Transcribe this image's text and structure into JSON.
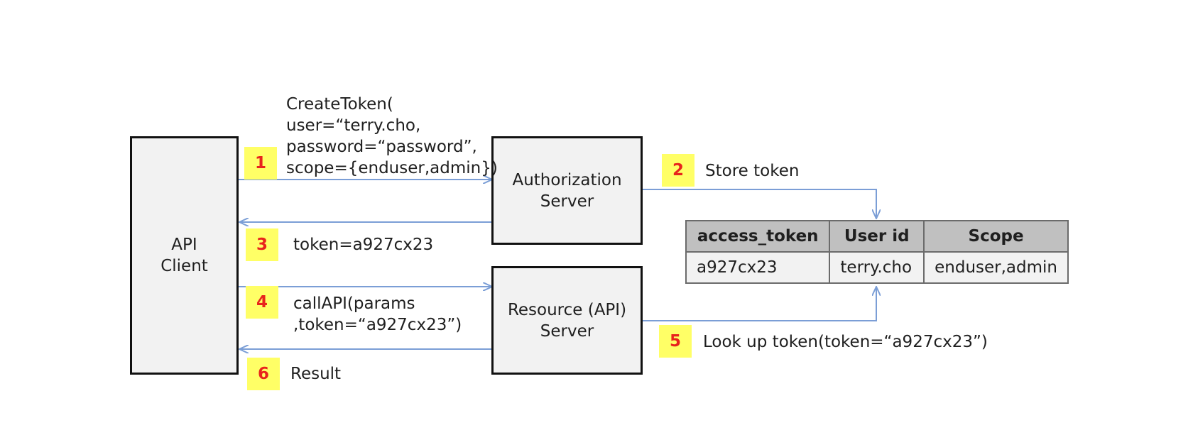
{
  "nodes": {
    "api_client": {
      "line1": "API",
      "line2": "Client"
    },
    "auth_server": {
      "line1": "Authorization",
      "line2": "Server"
    },
    "resource_server": {
      "line1": "Resource (API)",
      "line2": "Server"
    }
  },
  "steps": [
    {
      "number": "1",
      "lines": [
        "CreateToken(",
        "user=“terry.cho,",
        "password=“password”,",
        "scope={enduser,admin})"
      ]
    },
    {
      "number": "2",
      "text": "Store token"
    },
    {
      "number": "3",
      "text": "token=a927cx23"
    },
    {
      "number": "4",
      "lines": [
        "callAPI(params",
        ",token=“a927cx23”)"
      ]
    },
    {
      "number": "5",
      "text": "Look up token(token=“a927cx23”)"
    },
    {
      "number": "6",
      "text": "Result"
    }
  ],
  "token_table": {
    "headers": [
      "access_token",
      "User id",
      "Scope"
    ],
    "rows": [
      [
        "a927cx23",
        "terry.cho",
        "enduser,admin"
      ]
    ]
  },
  "colors": {
    "arrow": "#7b9ed6",
    "badge_fill": "#ffff66",
    "badge_text": "#e8241c",
    "box_fill": "#f2f2f2",
    "header_fill": "#c0c0c0"
  }
}
